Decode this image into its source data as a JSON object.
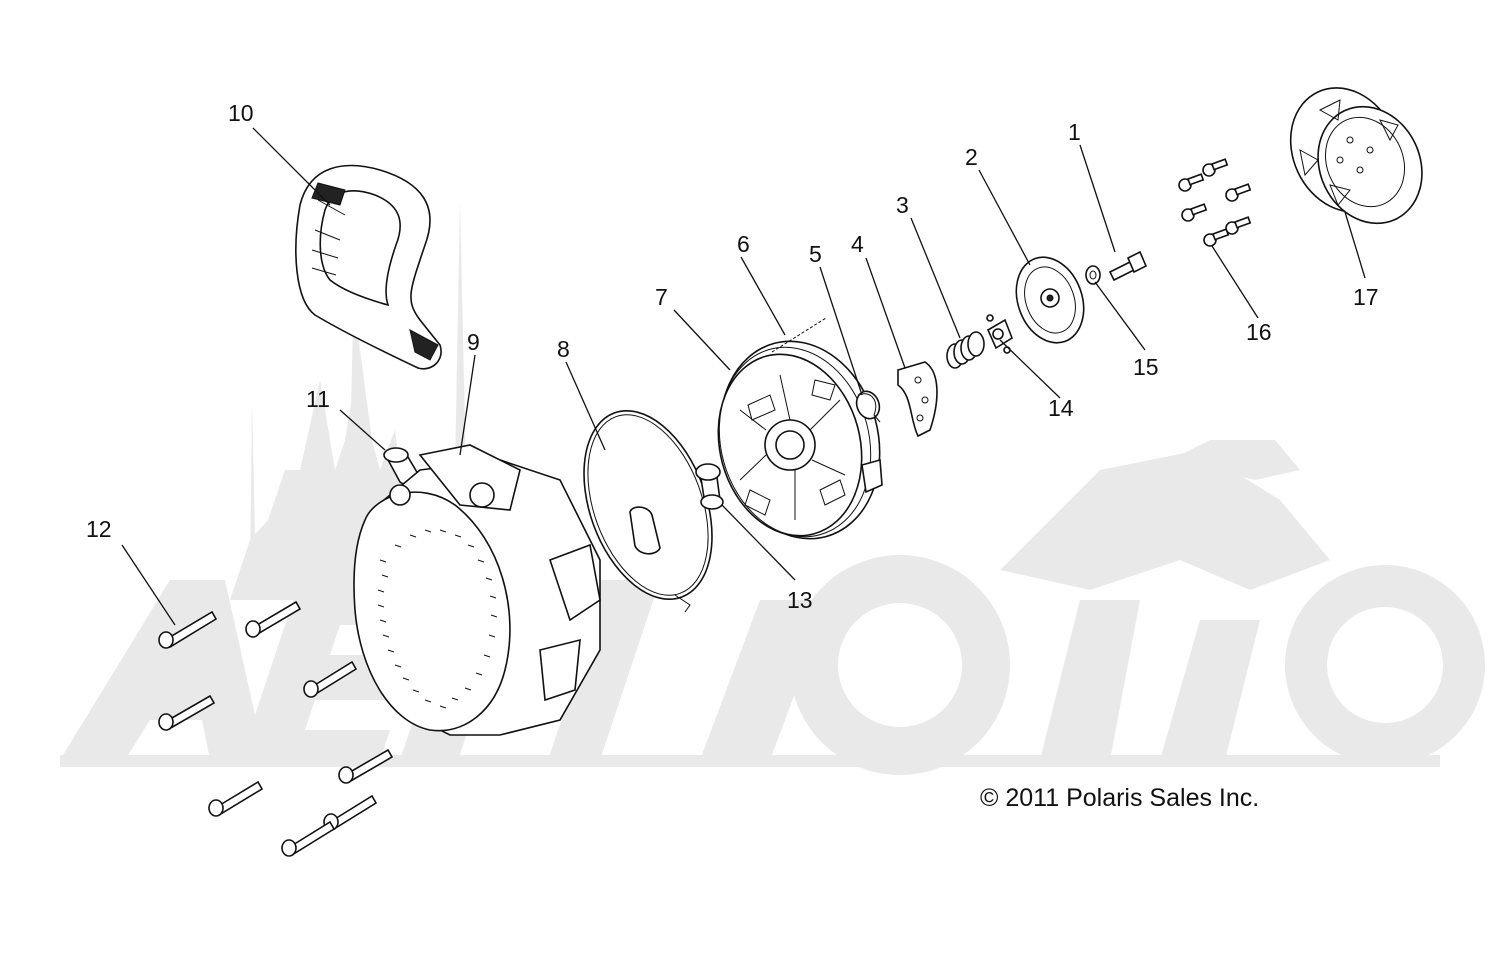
{
  "copyright": "© 2011 Polaris Sales Inc.",
  "callouts": [
    {
      "id": "1",
      "label": "1"
    },
    {
      "id": "2",
      "label": "2"
    },
    {
      "id": "3",
      "label": "3"
    },
    {
      "id": "4",
      "label": "4"
    },
    {
      "id": "5",
      "label": "5"
    },
    {
      "id": "6",
      "label": "6"
    },
    {
      "id": "7",
      "label": "7"
    },
    {
      "id": "8",
      "label": "8"
    },
    {
      "id": "9",
      "label": "9"
    },
    {
      "id": "10",
      "label": "10"
    },
    {
      "id": "11",
      "label": "11"
    },
    {
      "id": "12",
      "label": "12"
    },
    {
      "id": "13",
      "label": "13"
    },
    {
      "id": "14",
      "label": "14"
    },
    {
      "id": "15",
      "label": "15"
    },
    {
      "id": "16",
      "label": "16"
    },
    {
      "id": "17",
      "label": "17"
    }
  ]
}
